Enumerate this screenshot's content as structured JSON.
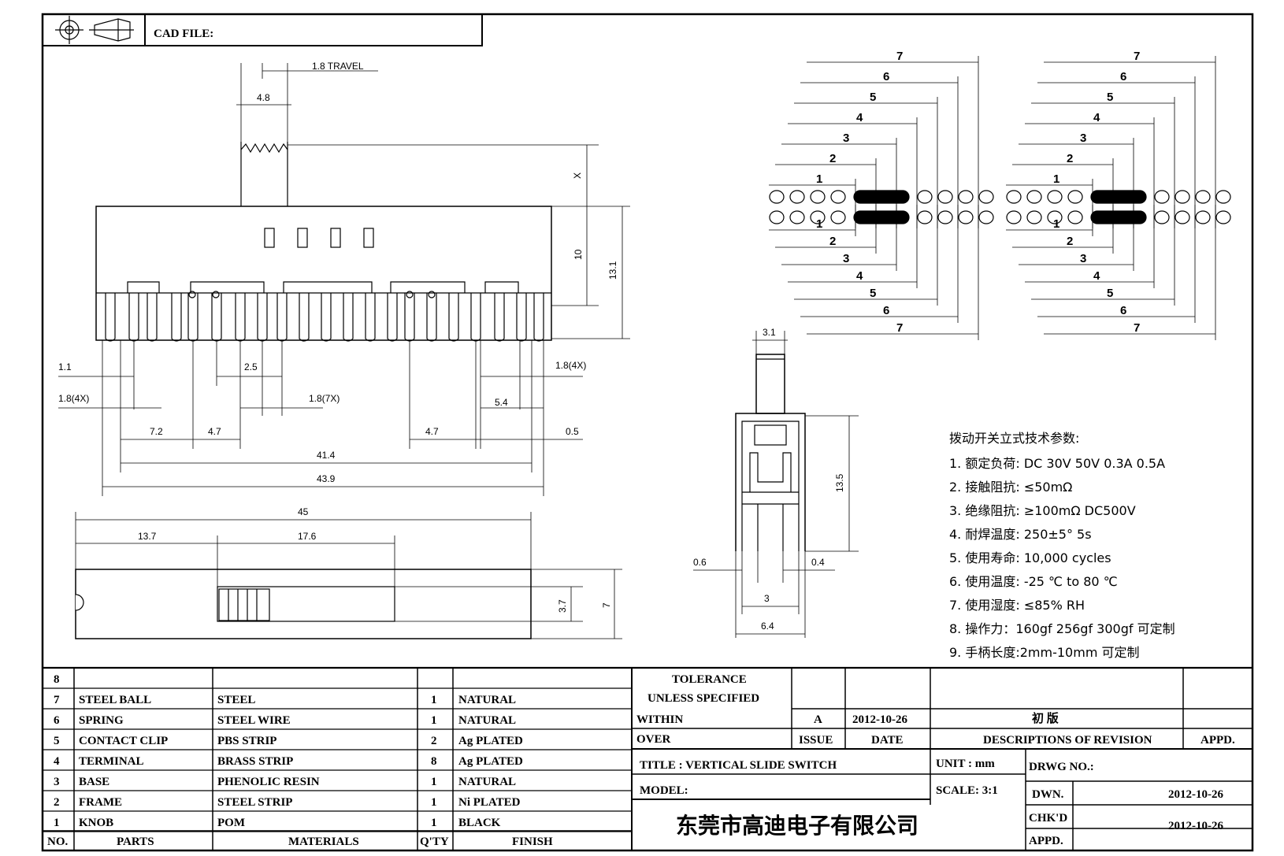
{
  "header": {
    "cad_file_label": "CAD FILE:"
  },
  "front_view": {
    "travel": "1.8 TRAVEL",
    "dims": {
      "d48": "4.8",
      "x": "X",
      "d10": "10",
      "d131": "13.1",
      "d11": "1.1",
      "d18_4x_left": "1.8(4X)",
      "d25": "2.5",
      "d18_7x": "1.8(7X)",
      "d18_4x_right": "1.8(4X)",
      "d54": "5.4",
      "d72": "7.2",
      "d47a": "4.7",
      "d47b": "4.7",
      "d05": "0.5",
      "d414": "41.4",
      "d439": "43.9"
    }
  },
  "top_view": {
    "dims": {
      "d45": "45",
      "d137": "13.7",
      "d176": "17.6",
      "d37": "3.7",
      "d7": "7"
    }
  },
  "side_view": {
    "dims": {
      "d31": "3.1",
      "d135": "13.5",
      "d06": "0.6",
      "d04": "0.4",
      "d3": "3",
      "d64": "6.4"
    }
  },
  "pcb_layout": {
    "labels": [
      "1",
      "2",
      "3",
      "4",
      "5",
      "6",
      "7"
    ]
  },
  "specs": {
    "title": "拨动开关立式技术参数:",
    "items": [
      "1. 额定负荷: DC 30V    50V    0.3A    0.5A",
      "2. 接触阻抗: ≤50mΩ",
      "3. 绝缘阻抗: ≥100mΩ   DC500V",
      "4. 耐焊温度: 250±5°   5s",
      "5. 使用寿命: 10,000 cycles",
      "6. 使用温度: -25  ℃   to 80  ℃",
      "7. 使用湿度: ≤85% RH",
      "8. 操作力：160gf    256gf    300gf   可定制",
      "9. 手柄长度:2mm-10mm   可定制"
    ]
  },
  "parts_table": {
    "headers": {
      "no": "NO.",
      "parts": "PARTS",
      "materials": "MATERIALS",
      "qty": "Q'TY",
      "finish": "FINISH"
    },
    "rows": [
      {
        "no": "8",
        "part": "",
        "material": "",
        "qty": "",
        "finish": ""
      },
      {
        "no": "7",
        "part": "STEEL BALL",
        "material": "STEEL",
        "qty": "1",
        "finish": "NATURAL"
      },
      {
        "no": "6",
        "part": "SPRING",
        "material": "STEEL WIRE",
        "qty": "1",
        "finish": "NATURAL"
      },
      {
        "no": "5",
        "part": "CONTACT CLIP",
        "material": "PBS STRIP",
        "qty": "2",
        "finish": "Ag PLATED"
      },
      {
        "no": "4",
        "part": "TERMINAL",
        "material": "BRASS STRIP",
        "qty": "8",
        "finish": "Ag PLATED"
      },
      {
        "no": "3",
        "part": "BASE",
        "material": "PHENOLIC RESIN",
        "qty": "1",
        "finish": "NATURAL"
      },
      {
        "no": "2",
        "part": "FRAME",
        "material": "STEEL STRIP",
        "qty": "1",
        "finish": "Ni PLATED"
      },
      {
        "no": "1",
        "part": "KNOB",
        "material": "POM",
        "qty": "1",
        "finish": "BLACK"
      }
    ]
  },
  "title_block": {
    "tolerance": "TOLERANCE",
    "unless": "UNLESS   SPECIFIED",
    "within": "WITHIN",
    "over": "OVER",
    "issue_value": "A",
    "date_value": "2012-10-26",
    "revision_desc": "初  版",
    "issue": "ISSUE",
    "date": "DATE",
    "desc_rev": "DESCRIPTIONS OF REVISION",
    "appd": "APPD.",
    "title": "TITLE :   VERTICAL  SLIDE  SWITCH",
    "unit": "UNIT :  mm",
    "drwg": "DRWG NO.:",
    "model": "MODEL:",
    "scale": "SCALE:  3:1",
    "dwn": "DWN.",
    "dwn_date": "2012-10-26",
    "company": "东莞市高迪电子有限公司",
    "chkd": "CHK'D",
    "chkd_date": "2012-10-26",
    "appd2": "APPD."
  }
}
